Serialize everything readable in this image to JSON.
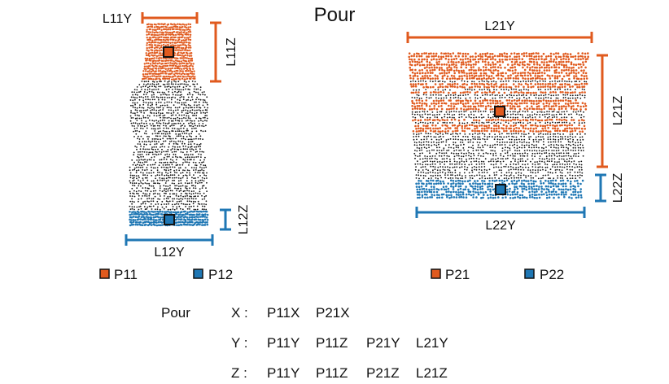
{
  "title": "Pour",
  "colors": {
    "orange": "#e05a1e",
    "blue": "#1f77b4",
    "black": "#111111"
  },
  "left_object": {
    "dims": {
      "l11y": "L11Y",
      "l11z": "L11Z",
      "l12z": "L12Z",
      "l12y": "L12Y"
    },
    "points": {
      "p11": "P11",
      "p12": "P12"
    }
  },
  "right_object": {
    "dims": {
      "l21y": "L21Y",
      "l21z": "L21Z",
      "l22z": "L22Z",
      "l22y": "L22Y"
    },
    "points": {
      "p21": "P21",
      "p22": "P22"
    }
  },
  "legend": [
    {
      "label": "P11",
      "color": "orange"
    },
    {
      "label": "P12",
      "color": "blue"
    },
    {
      "label": "P21",
      "color": "orange"
    },
    {
      "label": "P22",
      "color": "blue"
    }
  ],
  "equations": {
    "name": "Pour",
    "rows": [
      {
        "axis": "X :",
        "terms": [
          "P11X",
          "P21X"
        ]
      },
      {
        "axis": "Y :",
        "terms": [
          "P11Y",
          "P11Z",
          "P21Y",
          "L21Y"
        ]
      },
      {
        "axis": "Z :",
        "terms": [
          "P11Y",
          "P11Z",
          "P21Z",
          "L21Z"
        ]
      }
    ]
  }
}
